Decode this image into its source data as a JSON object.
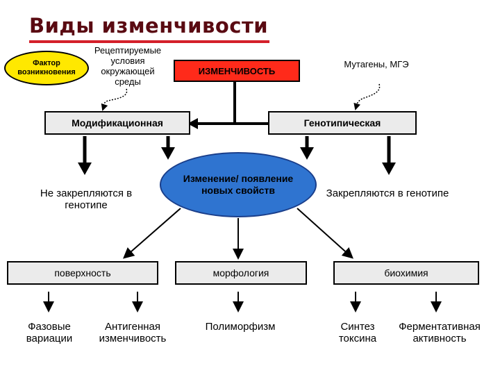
{
  "title": "Виды изменчивости",
  "factor_oval": "Фактор возникновения",
  "perceived_conditions": "Рецептируемые условия окружающей среды",
  "variability_box": "ИЗМЕНЧИВОСТЬ",
  "mutagens": "Мутагены, МГЭ",
  "modification_box": "Модификационная",
  "genotypic_box": "Генотипическая",
  "not_fixed": "Не закрепляются в генотипе",
  "change_oval": "Изменение/ появление новых свойств",
  "fixed": "Закрепляются в генотипе",
  "surface_box": "поверхность",
  "morphology_box": "морфология",
  "biochemistry_box": "биохимия",
  "phase_variations": "Фазовые вариации",
  "antigenic_variability": "Антигенная изменчивость",
  "polymorphism": "Полиморфизм",
  "toxin_synthesis": "Синтез токсина",
  "enzymatic_activity": "Ферментативная активность",
  "colors": {
    "title": "#5a0a12",
    "title_underline": "#d4202a",
    "factor_oval": "#ffe800",
    "variability_box": "#ff2a1a",
    "change_oval": "#2f74d0",
    "boxes": "#ebebeb"
  }
}
